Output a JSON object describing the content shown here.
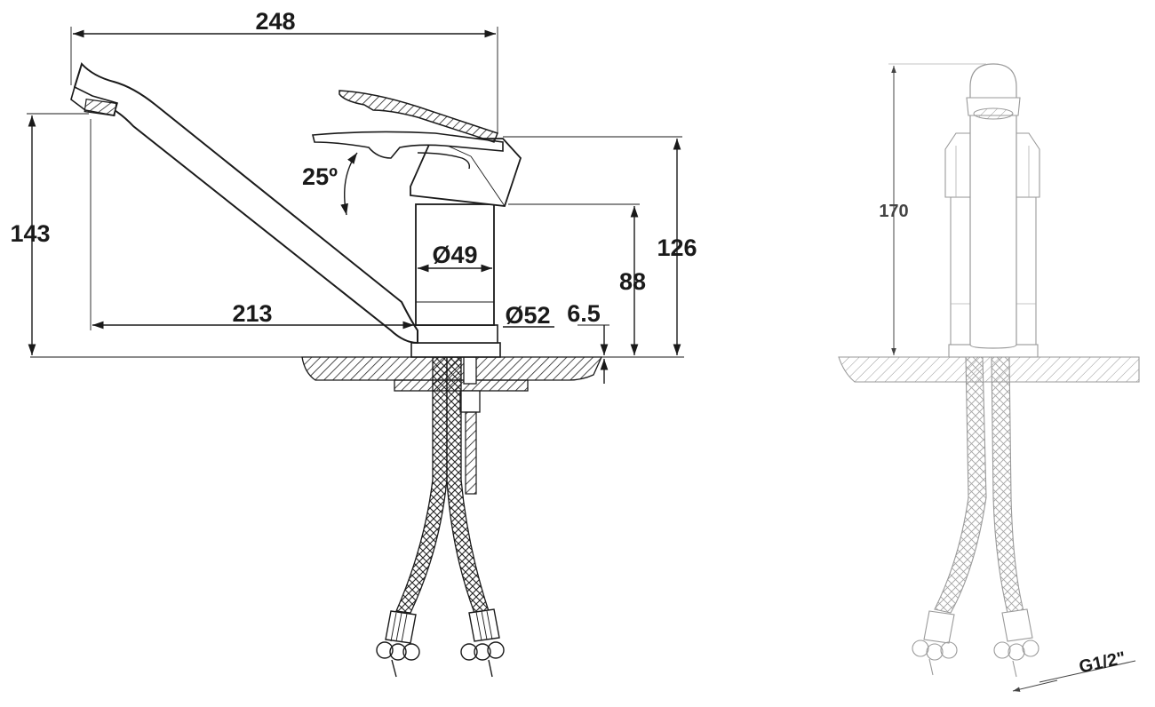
{
  "dimensions": {
    "overall_reach": "248",
    "spout_height": "143",
    "lever_angle": "25º",
    "body_diameter": "Ø49",
    "total_height_side": "126",
    "body_height": "88",
    "spout_reach": "213",
    "base_diameter": "Ø52",
    "base_thickness": "6.5",
    "total_height_front": "170",
    "connection_thread": "G1/2\""
  }
}
